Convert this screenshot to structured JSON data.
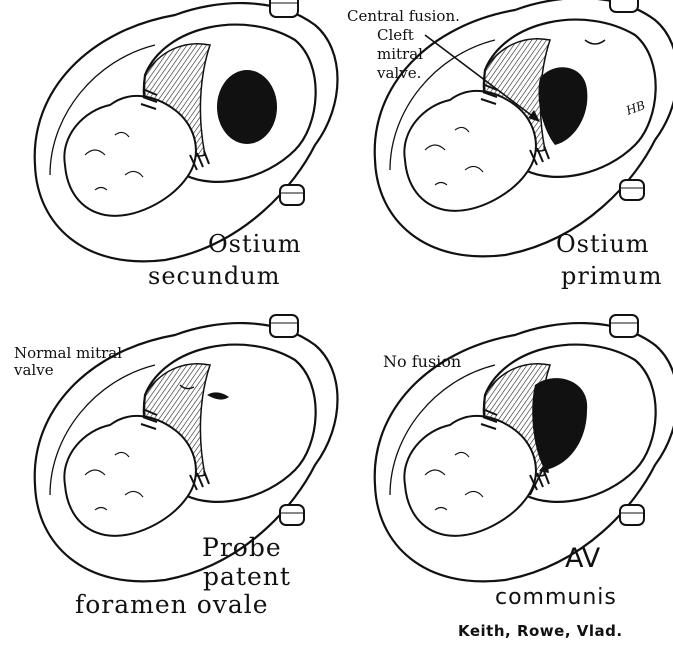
{
  "panels": {
    "top_left": {
      "caption_line1": "Ostium",
      "caption_line2": "secundum"
    },
    "top_right": {
      "annotation": [
        "Central fusion.",
        "Cleft",
        "mitral",
        "valve."
      ],
      "signature": "HB",
      "caption_line1": "Ostium",
      "caption_line2": "primum"
    },
    "bottom_left": {
      "annotation": [
        "Normal mitral",
        "valve"
      ],
      "caption_line1": "Probe",
      "caption_line2": "patent",
      "caption_line3": "foramen ovale"
    },
    "bottom_right": {
      "annotation": "No fusion",
      "caption_line1": "AV",
      "caption_line2": "communis"
    }
  },
  "credit": "Keith, Rowe, Vlad."
}
